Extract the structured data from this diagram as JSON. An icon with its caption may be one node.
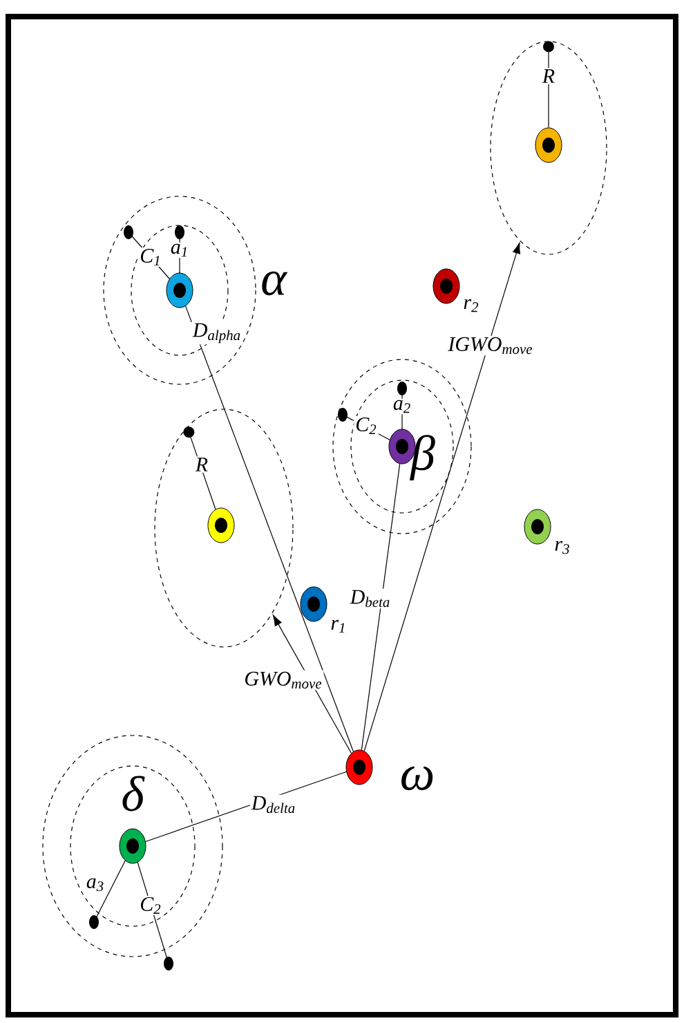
{
  "diagram": {
    "nodes": [
      {
        "text": [],
        "shape": "circle",
        "beside": [
          "α"
        ]
      },
      {
        "text": [],
        "shape": "circle"
      },
      {
        "text": [],
        "shape": "circle",
        "in": 1
      },
      {
        "text": [],
        "shape": "circle",
        "beside": [
          "r$_{2}$"
        ]
      },
      {
        "text": [],
        "shape": "circle",
        "beside": [
          "β"
        ]
      },
      {
        "text": [],
        "shape": "circle"
      },
      {
        "text": [],
        "shape": "circle",
        "in": 5
      },
      {
        "text": [],
        "shape": "circle",
        "beside": [
          "r$_{3}$"
        ]
      },
      {
        "text": [],
        "shape": "circle",
        "beside": [
          "r$_{1}$"
        ]
      },
      {
        "text": [],
        "shape": "circle",
        "beside": [
          "ω"
        ]
      },
      {
        "text": [],
        "shape": "circle",
        "beside": [
          "δ"
        ]
      }
    ],
    "edges": [
      {
        "from": 9,
        "to": 0,
        "arrow": "none",
        "label": "D$_{alpha}$"
      },
      {
        "from": 9,
        "to": 4,
        "arrow": "none",
        "label": "D$_{beta}$"
      },
      {
        "from": 9,
        "to": 1,
        "arrow": "to",
        "label": "IGWO$_{move}$"
      },
      {
        "from": 9,
        "to": 5,
        "arrow": "to",
        "label": "GWO$_{move}$"
      },
      {
        "from": 9,
        "to": 10,
        "arrow": "none",
        "label": "D$_{delta}$"
      },
      {
        "from": 2,
        "to": 1,
        "arrow": "other",
        "label": "R"
      },
      {
        "from": 6,
        "to": 5,
        "arrow": "other",
        "label": "R"
      }
    ],
    "labels": [
      "C$_{1}$",
      "a$_{1}$",
      "C$_{2}$",
      "a$_{2}$",
      "a$_{3}$",
      "C$_{2}$"
    ]
  }
}
